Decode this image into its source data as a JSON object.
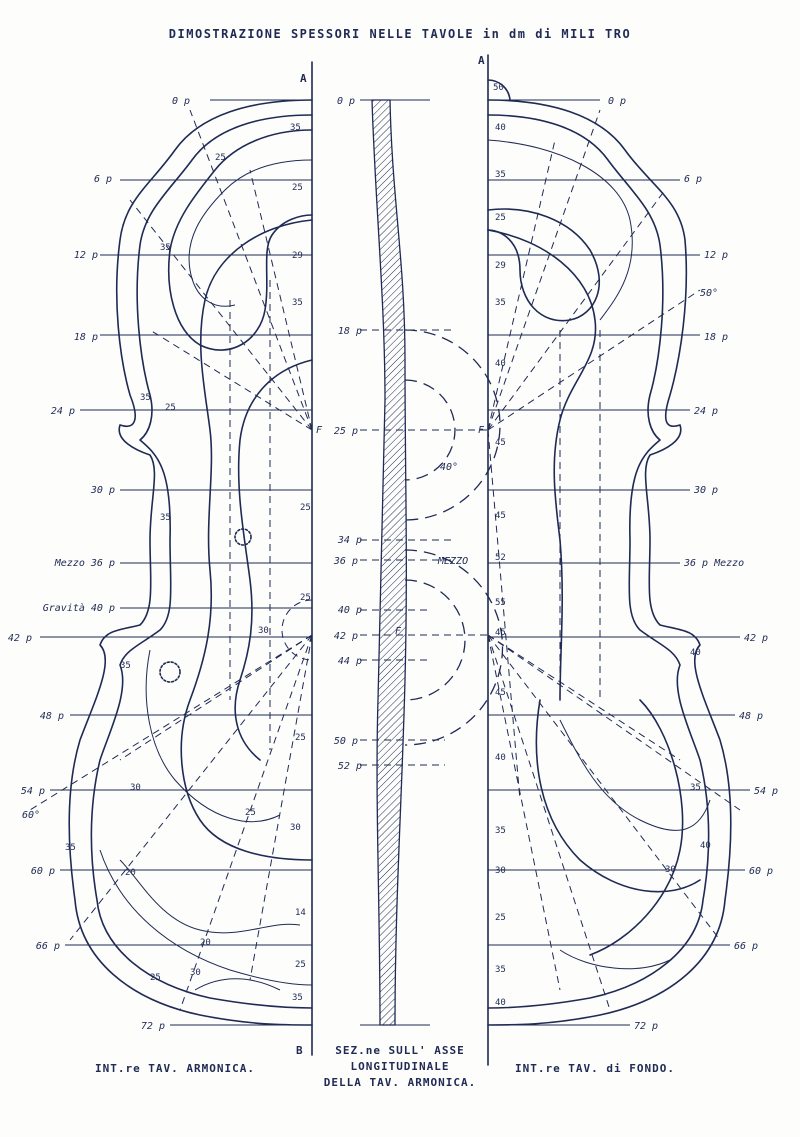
{
  "title": "DIMOSTRAZIONE SPESSORI     NELLE TAVOLE     in dm di MILI TRO",
  "axis_top_left": "A",
  "axis_top_right": "A",
  "axis_bottom": "B",
  "left_stations": [
    {
      "label": "0 p"
    },
    {
      "label": "6 p"
    },
    {
      "label": "12 p"
    },
    {
      "label": "18 p"
    },
    {
      "label": "24 p"
    },
    {
      "label": "30 p"
    },
    {
      "label": "Mezzo 36 p"
    },
    {
      "label": "Gravità 40 p"
    },
    {
      "label": "42 p"
    },
    {
      "label": "48 p"
    },
    {
      "label": "54 p"
    },
    {
      "label": "60 p"
    },
    {
      "label": "66 p"
    },
    {
      "label": "72 p"
    }
  ],
  "right_stations": [
    {
      "label": "0 p"
    },
    {
      "label": "6 p"
    },
    {
      "label": "12 p"
    },
    {
      "label": "18 p"
    },
    {
      "label": "24 p"
    },
    {
      "label": "30 p"
    },
    {
      "label": "36 p Mezzo"
    },
    {
      "label": "42 p"
    },
    {
      "label": "48 p"
    },
    {
      "label": "54 p"
    },
    {
      "label": "60 p"
    },
    {
      "label": "66 p"
    },
    {
      "label": "72 p"
    }
  ],
  "center_stations": [
    {
      "label": "0 p"
    },
    {
      "label": "18 p"
    },
    {
      "label": "25 p"
    },
    {
      "label": "34 p"
    },
    {
      "label": "36 p"
    },
    {
      "label": "MEZZO"
    },
    {
      "label": "40 p"
    },
    {
      "label": "42 p"
    },
    {
      "label": "44 p"
    },
    {
      "label": "50 p"
    },
    {
      "label": "52 p"
    }
  ],
  "left_thickness_values": [
    "35",
    "25",
    "25",
    "29",
    "35",
    "35",
    "35",
    "25",
    "25",
    "35",
    "30",
    "25",
    "25",
    "14",
    "25",
    "35",
    "30",
    "20",
    "35",
    "35",
    "25",
    "20",
    "30",
    "25",
    "30"
  ],
  "right_thickness_values": [
    "50",
    "40",
    "35",
    "25",
    "29",
    "35",
    "40",
    "45",
    "45",
    "52",
    "55",
    "45",
    "45",
    "40",
    "40",
    "35",
    "30",
    "25",
    "35",
    "40",
    "30",
    "40",
    "35"
  ],
  "captions": {
    "left": "INT.re TAV. ARMONICA.",
    "center_line1": "SEZ.ne  SULL' ASSE",
    "center_line2": "LONGITUDINALE",
    "center_line3": "DELLA TAV. ARMONICA.",
    "right": "INT.re TAV. di FONDO."
  },
  "markers": {
    "left_f": "F",
    "center_f": "F",
    "right_f": "F",
    "angle_60": "60°",
    "angle_50": "50°",
    "angle_40": "40°"
  }
}
